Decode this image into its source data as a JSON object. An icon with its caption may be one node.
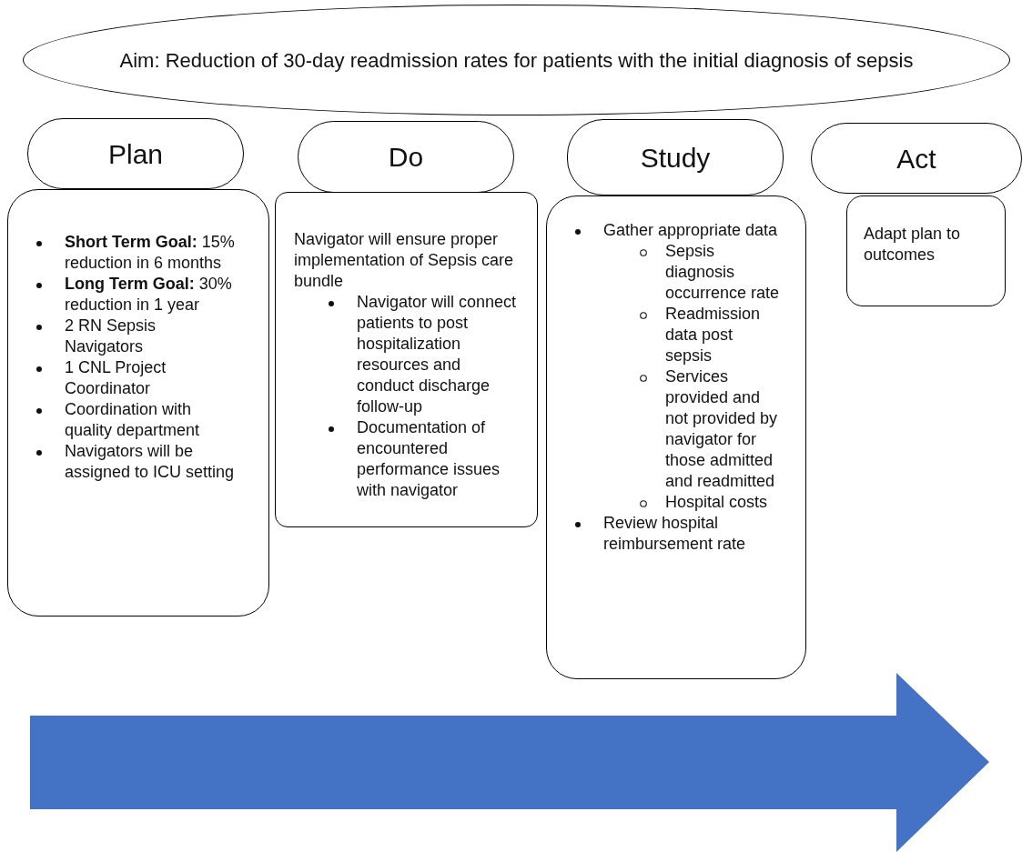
{
  "diagram": {
    "nodes": [
      {
        "text": [
          "Aim: Reduction of 30-day readmission rates for patients with the initial diagnosis of sepsis"
        ]
      },
      {
        "text": [
          "Plan"
        ]
      },
      {
        "text": [
          "**Short Term Goal:** 15% reduction in 6 months",
          "**Long Term Goal:** 30% reduction in 1 year",
          "2 RN Sepsis Navigators",
          "1 CNL Project Coordinator",
          "Coordination with quality department",
          "Navigators will be assigned to ICU setting"
        ]
      },
      {
        "text": [
          "Do"
        ]
      },
      {
        "text": [
          "Navigator will ensure proper implementation of Sepsis care bundle",
          "Navigator will connect patients to post hospitalization resources and conduct discharge follow-up",
          "Documentation of encountered performance issues with navigator"
        ]
      },
      {
        "text": [
          "Study"
        ]
      },
      {
        "text": [
          "Gather appropriate data",
          "Sepsis diagnosis occurrence rate",
          "Readmission data post sepsis",
          "Services provided and not provided by navigator for those admitted and readmitted",
          "Hospital costs",
          "Review hospital reimbursement rate"
        ]
      },
      {
        "text": [
          "Act"
        ]
      },
      {
        "text": [
          "Adapt plan to outcomes"
        ]
      }
    ]
  }
}
